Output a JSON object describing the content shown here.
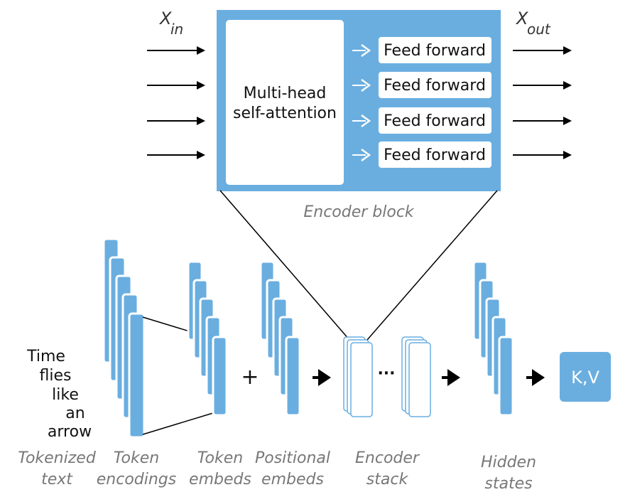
{
  "encoder_block": {
    "label": "Encoder block",
    "attention_line1": "Multi-head",
    "attention_line2": "self-attention",
    "feed_forward": [
      "Feed forward",
      "Feed forward",
      "Feed forward",
      "Feed forward"
    ],
    "x_in": "X",
    "x_in_sub": "in",
    "x_out": "X",
    "x_out_sub": "out"
  },
  "tokens": [
    "Time",
    "flies",
    "like",
    "an",
    "arrow"
  ],
  "pipeline": {
    "plus": "+",
    "ellipsis": "···",
    "kv": "K,V"
  },
  "labels": {
    "tokenized_1": "Tokenized",
    "tokenized_2": "text",
    "encodings_1": "Token",
    "encodings_2": "encodings",
    "embeds_1": "Token",
    "embeds_2": "embeds",
    "positional_1": "Positional",
    "positional_2": "embeds",
    "stack_1": "Encoder",
    "stack_2": "stack",
    "hidden_1": "Hidden",
    "hidden_2": "states"
  },
  "colors": {
    "accent": "#6aaee0",
    "text": "#111111",
    "muted": "#777777"
  }
}
